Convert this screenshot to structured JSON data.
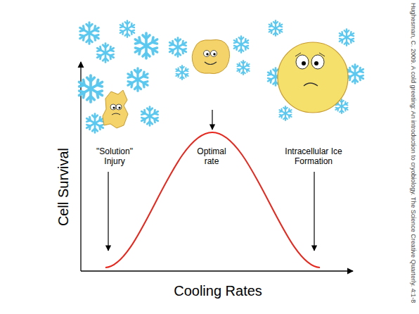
{
  "diagram": {
    "labels": [
      "\"Solution\" Injury",
      "Optimal rate",
      "Intracellular Ice Formation",
      "Cell Survival",
      "Cooling Rates",
      "Hughesman, C. 2009. A cold greeting: An introduction to cryobiology. The Science Creative Quarterly. 4:1-8"
    ]
  }
}
